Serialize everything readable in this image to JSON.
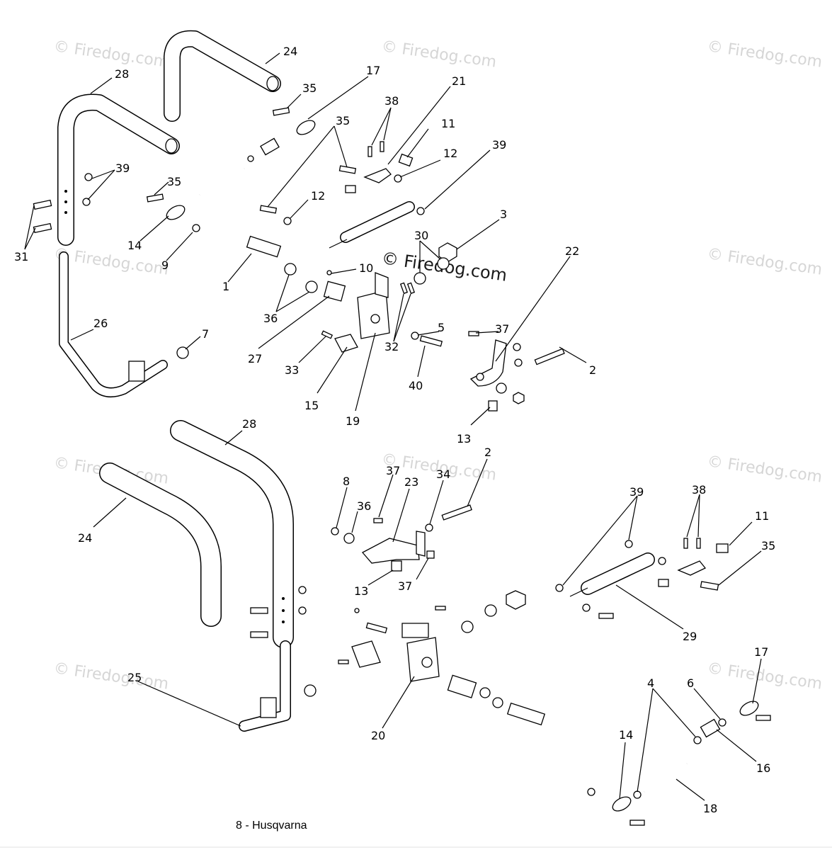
{
  "caption": "8 - Husqvarna",
  "watermark": {
    "repeat_text": "© Firedog.com",
    "center_text": "© Firedog.com"
  },
  "callouts": {
    "c24a": "24",
    "c28a": "28",
    "c35a": "35",
    "c17a": "17",
    "c38a": "38",
    "c21": "21",
    "c35b": "35",
    "c11a": "11",
    "c12a": "12",
    "c39a": "39",
    "c39b": "39",
    "c35c": "35",
    "c12b": "12",
    "c3": "3",
    "c31": "31",
    "c14a": "14",
    "c9": "9",
    "c30": "30",
    "c22": "22",
    "c1": "1",
    "c10": "10",
    "c36a": "36",
    "c5": "5",
    "c37a": "37",
    "c27": "27",
    "c32": "32",
    "c26": "26",
    "c7": "7",
    "c2a": "2",
    "c33": "33",
    "c40": "40",
    "c15": "15",
    "c19": "19",
    "c13a": "13",
    "c28b": "28",
    "c2b": "2",
    "c37b": "37",
    "c8": "8",
    "c23": "23",
    "c34": "34",
    "c39c": "39",
    "c38b": "38",
    "c36b": "36",
    "c11b": "11",
    "c24b": "24",
    "c35d": "35",
    "c13b": "13",
    "c37c": "37",
    "c29": "29",
    "c17b": "17",
    "c4": "4",
    "c6": "6",
    "c25": "25",
    "c20": "20",
    "c14b": "14",
    "c16": "16",
    "c18": "18"
  },
  "colors": {
    "line": "#000000",
    "watermark": "#d6d6d6",
    "background": "#ffffff"
  }
}
